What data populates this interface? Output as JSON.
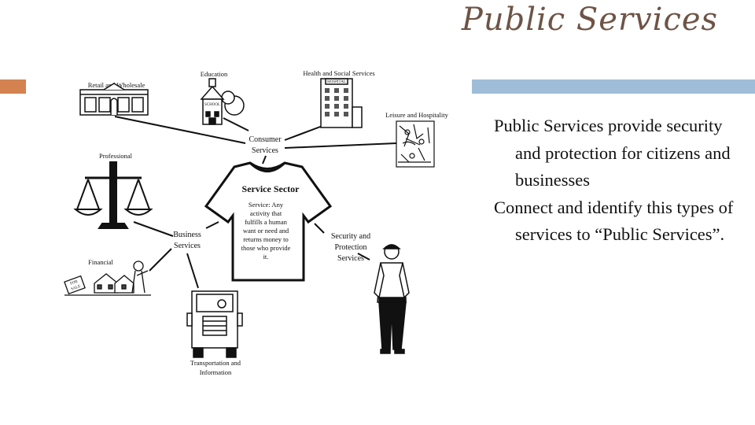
{
  "slide": {
    "title": "Public Services",
    "accent_left_color": "#d38250",
    "accent_right_color": "#9fbdd9",
    "paragraphs": [
      "Public Services provide security and protection for citizens and businesses",
      "Connect and identify this types of services to “Public Services”."
    ]
  },
  "diagram": {
    "center": {
      "title": "Service Sector",
      "definition_lines": [
        "Service: Any",
        "activity that",
        "fulfills a human",
        "want or need and",
        "returns money to",
        "those who provide",
        "it."
      ]
    },
    "hubs": {
      "consumer": [
        "Consumer",
        "Services"
      ],
      "business": [
        "Business",
        "Services"
      ],
      "security": [
        "Security and",
        "Protection",
        "Services"
      ]
    },
    "categories": {
      "retail": "Retail and Wholesale",
      "education": "Education",
      "health": "Health and Social Services",
      "leisure": "Leisure and Hospitality",
      "professional": "Professional",
      "financial": "Financial",
      "transportation": [
        "Transportation and",
        "Information"
      ]
    },
    "image_labels": {
      "school_sign": "SCHOOL",
      "hospital_sign": "HOSPITAL",
      "sale_sign": [
        "FOR",
        "SALE"
      ]
    }
  }
}
